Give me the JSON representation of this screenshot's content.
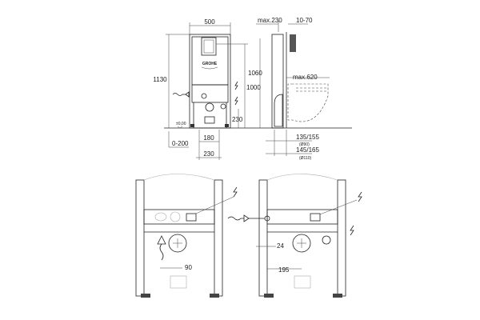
{
  "front_view": {
    "width": "500",
    "height_total": "1130",
    "height_power": "1000",
    "height_side": "1060",
    "drain_height": "230",
    "floor_level": "±0,00",
    "floor_adjust": "0-200",
    "drain_spacing": "180",
    "feet_spacing": "230",
    "logo": "GROHE"
  },
  "side_view": {
    "depth": "max.230",
    "offset": "10-70",
    "wc_reach": "max.620",
    "pipe_small": "135/155",
    "pipe_small_dia": "(Ø90)",
    "pipe_large": "145/165",
    "pipe_large_dia": "(Ø110)"
  },
  "detail_left": {
    "offset": "90"
  },
  "detail_right": {
    "offset_small": "24",
    "offset_large": "195"
  },
  "icons": [
    "power-bolt-icon",
    "water-supply-arrow-icon"
  ]
}
